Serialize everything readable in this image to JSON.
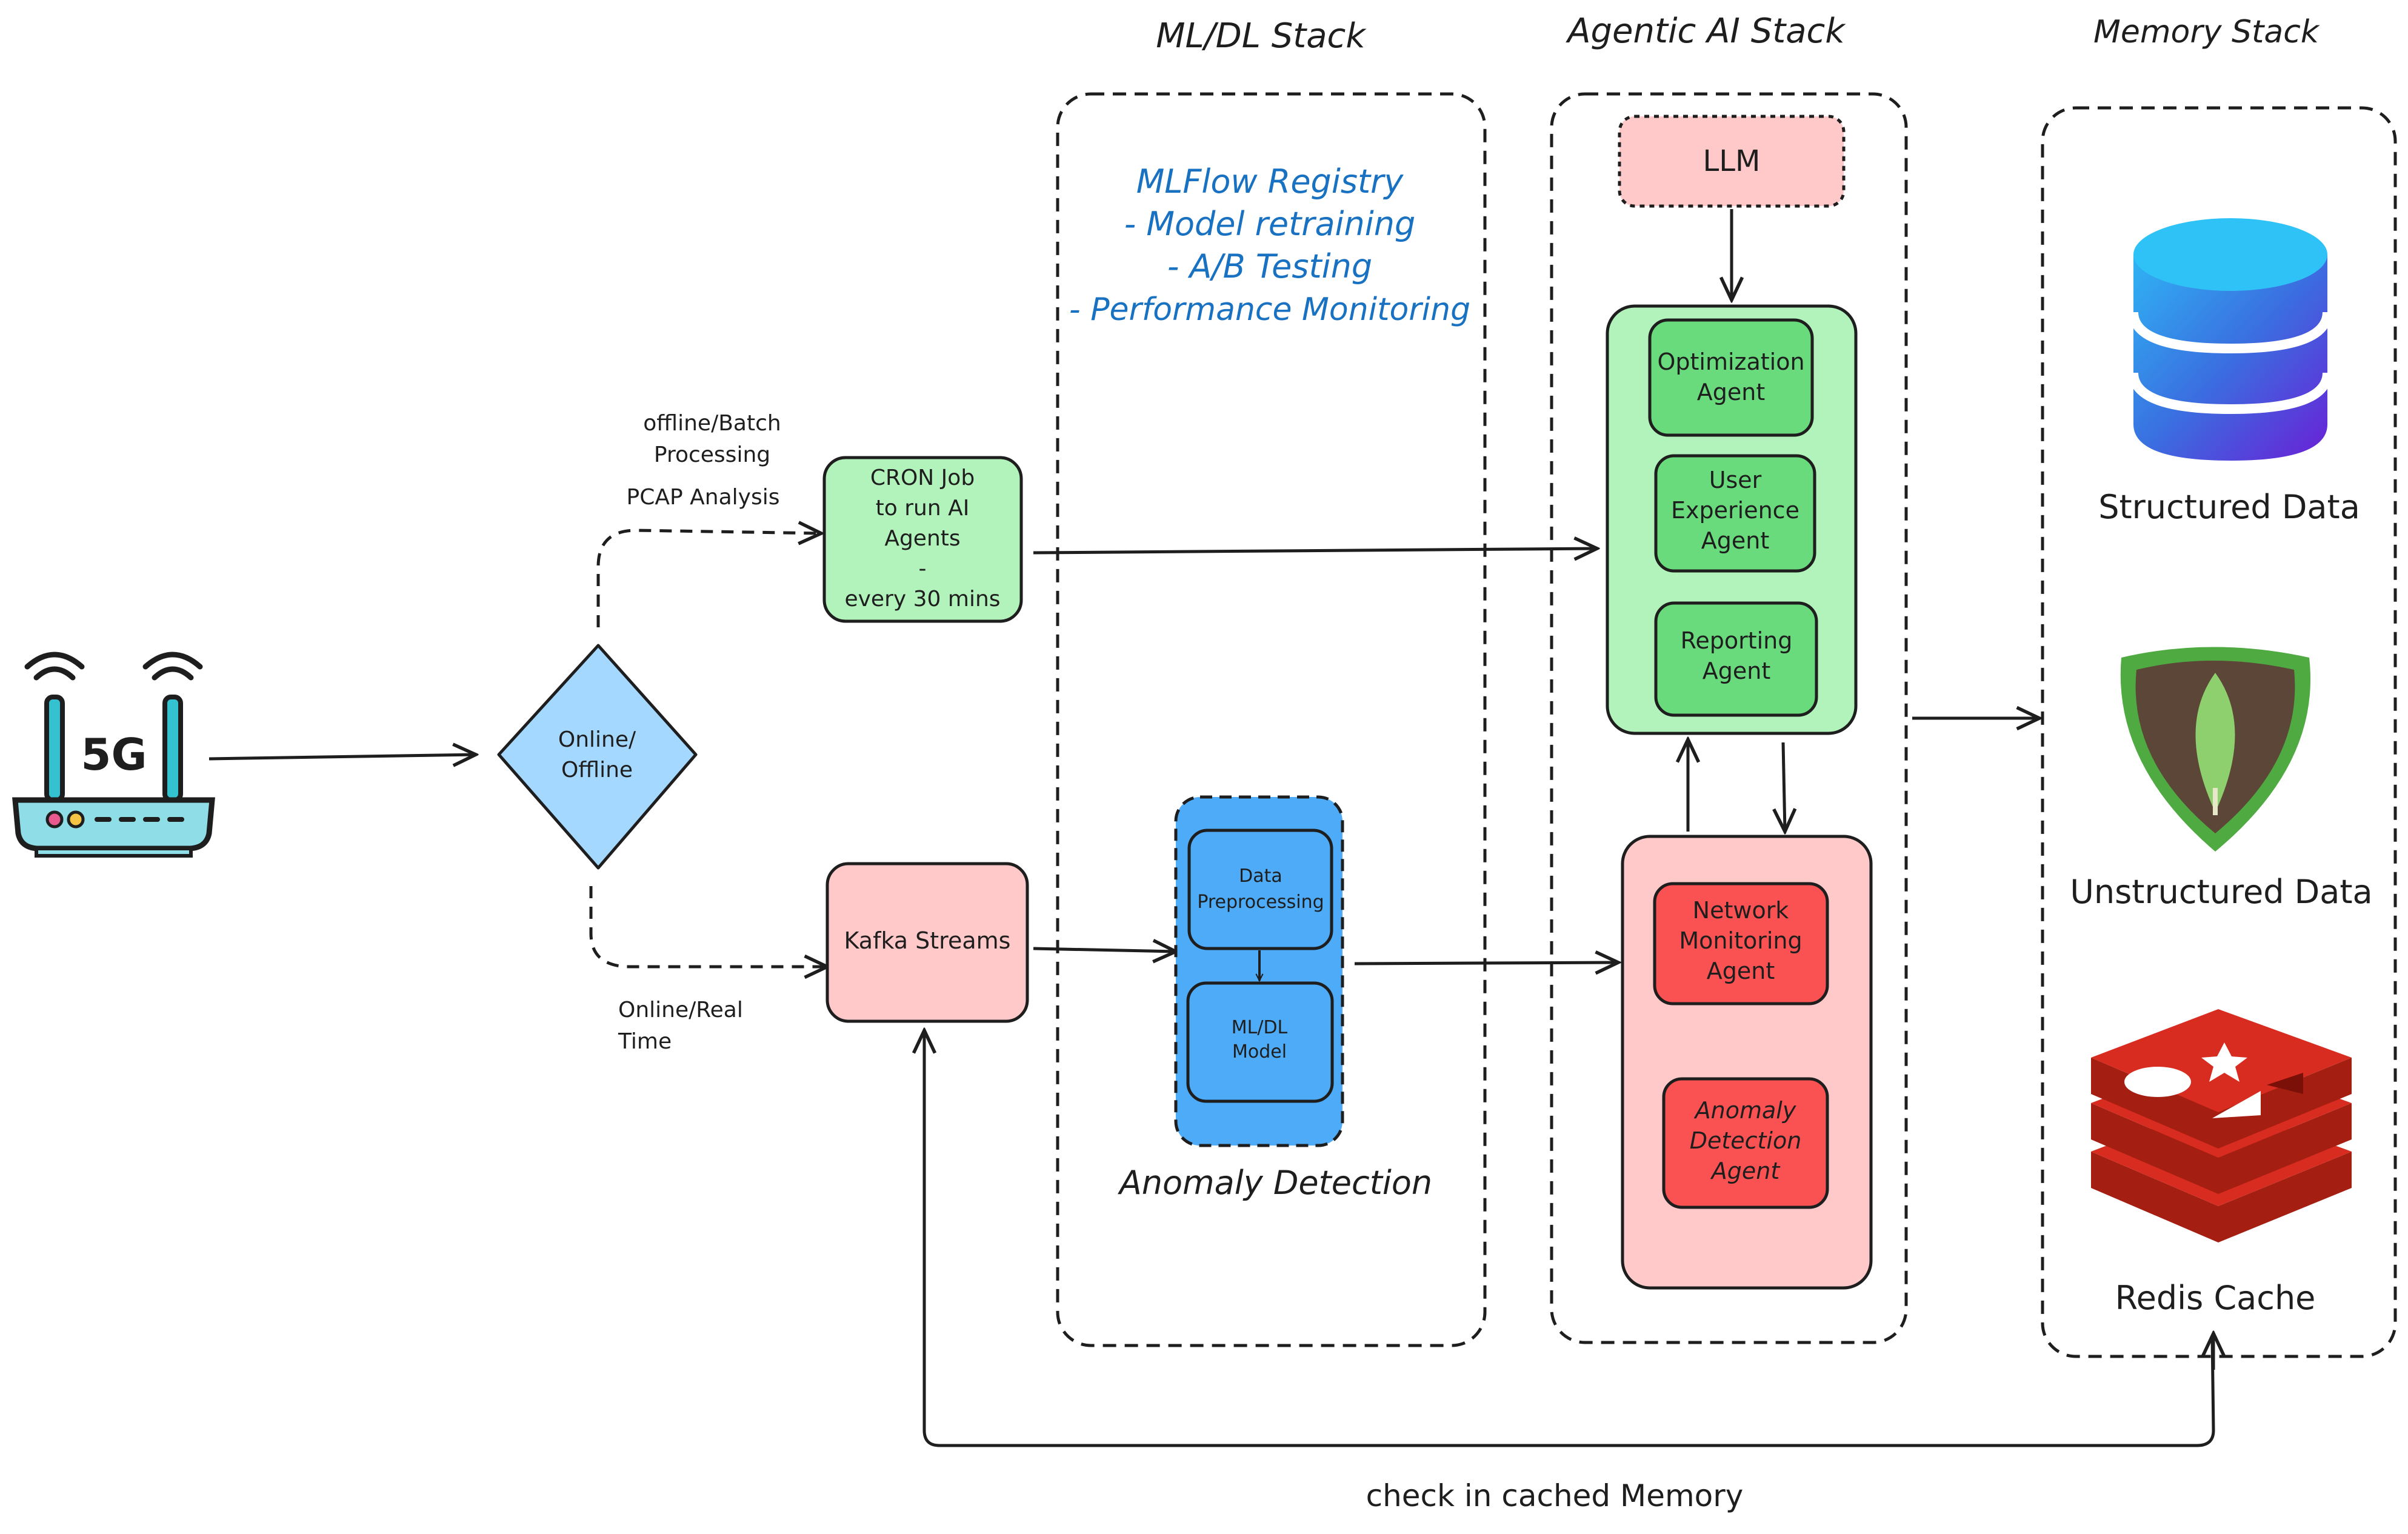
{
  "headers": {
    "ml_stack": "ML/DL Stack",
    "agentic_stack": "Agentic AI Stack",
    "memory_stack": "Memory Stack"
  },
  "router": {
    "label": "5G"
  },
  "decision": {
    "line1": "Online/",
    "line2": "Offline"
  },
  "labels": {
    "offline_batch_1": "offline/Batch",
    "offline_batch_2": "Processing",
    "pcap": "PCAP Analysis",
    "online_realtime_1": "Online/Real",
    "online_realtime_2": "Time",
    "cache_check": "check in cached Memory",
    "anomaly_detection": "Anomaly Detection"
  },
  "cron": {
    "line1": "CRON Job",
    "line2": "to run AI",
    "line3": "Agents",
    "line4": "-",
    "line5": "every 30 mins"
  },
  "kafka": {
    "label": "Kafka Streams"
  },
  "mlflow": {
    "line1": "MLFlow Registry",
    "line2": "- Model retraining",
    "line3": "- A/B Testing",
    "line4": "- Performance Monitoring"
  },
  "anomaly_block": {
    "preproc_1": "Data",
    "preproc_2": "Preprocessing",
    "model_1": "ML/DL",
    "model_2": "Model"
  },
  "llm": {
    "label": "LLM"
  },
  "agents": {
    "optimization_1": "Optimization",
    "optimization_2": "Agent",
    "ux_1": "User",
    "ux_2": "Experience",
    "ux_3": "Agent",
    "reporting_1": "Reporting",
    "reporting_2": "Agent",
    "network_1": "Network",
    "network_2": "Monitoring",
    "network_3": "Agent",
    "anomaly_1": "Anomaly",
    "anomaly_2": "Detection",
    "anomaly_3": "Agent"
  },
  "memory": {
    "structured": "Structured Data",
    "unstructured": "Unstructured Data",
    "redis": "Redis Cache"
  },
  "colors": {
    "green_light": "#b2f2bb",
    "green_mid": "#69db7c",
    "pink": "#ffc9c9",
    "red": "#fa5252",
    "blue_box": "#4dabf7",
    "diamond": "#a5d8ff",
    "mlflow_text": "#1971c2",
    "redis_red": "#d82c20",
    "mongo_green": "#4faa41",
    "mongo_brown": "#5b4638"
  }
}
